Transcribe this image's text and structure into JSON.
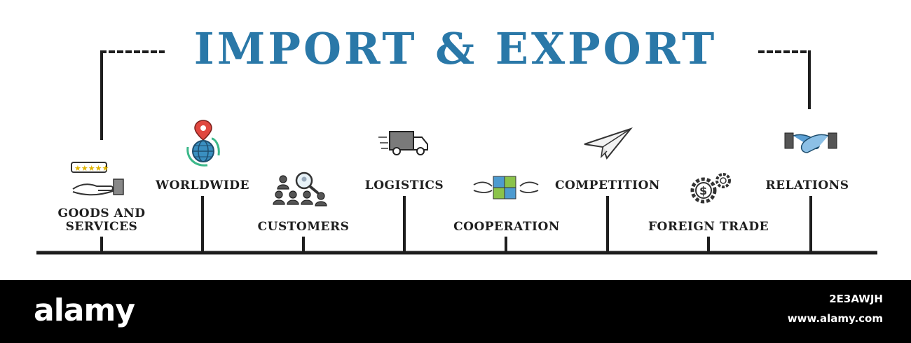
{
  "title": "IMPORT & EXPORT",
  "colors": {
    "title": "#2a78a8",
    "line": "#1e1e1e",
    "footer": "#000000"
  },
  "items": [
    {
      "label_line1": "GOODS AND",
      "label_line2": "SERVICES",
      "icon": "hand-with-star-rating-icon"
    },
    {
      "label_line1": "WORLDWIDE",
      "label_line2": "",
      "icon": "globe-with-location-pin-icon"
    },
    {
      "label_line1": "CUSTOMERS",
      "label_line2": "",
      "icon": "customers-magnifier-icon"
    },
    {
      "label_line1": "LOGISTICS",
      "label_line2": "",
      "icon": "delivery-truck-icon"
    },
    {
      "label_line1": "COOPERATION",
      "label_line2": "",
      "icon": "hands-puzzle-icon"
    },
    {
      "label_line1": "COMPETITION",
      "label_line2": "",
      "icon": "paper-plane-icon"
    },
    {
      "label_line1": "FOREIGN TRADE",
      "label_line2": "",
      "icon": "gears-dollar-icon"
    },
    {
      "label_line1": "RELATIONS",
      "label_line2": "",
      "icon": "handshake-icon"
    }
  ],
  "footer": {
    "brand": "alamy",
    "image_id": "2E3AWJH",
    "site": "www.alamy.com"
  }
}
